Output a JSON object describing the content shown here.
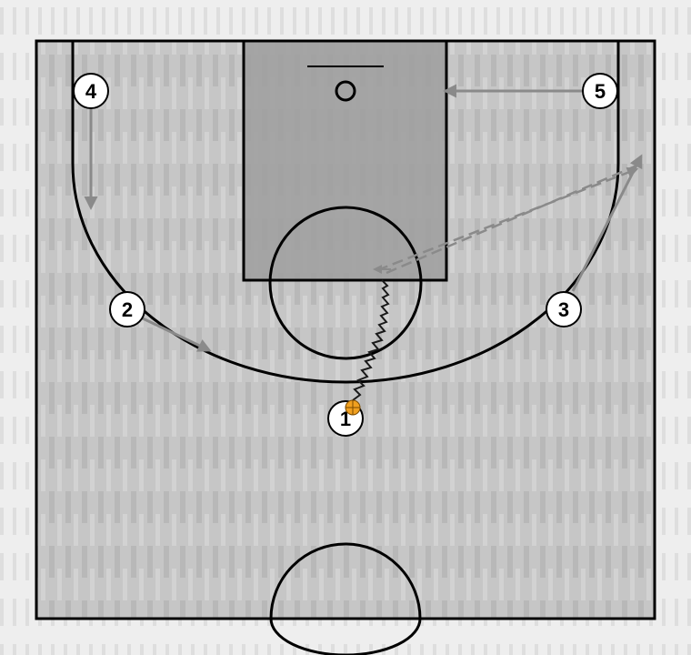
{
  "play": {
    "players": [
      {
        "id": "1",
        "label": "1",
        "has_ball": true
      },
      {
        "id": "2",
        "label": "2",
        "has_ball": false
      },
      {
        "id": "3",
        "label": "3",
        "has_ball": false
      },
      {
        "id": "4",
        "label": "4",
        "has_ball": false
      },
      {
        "id": "5",
        "label": "5",
        "has_ball": false
      }
    ],
    "actions": [
      {
        "type": "dribble",
        "player": "1"
      },
      {
        "type": "pass",
        "from": "1",
        "to": "3"
      },
      {
        "type": "cut",
        "player": "2"
      },
      {
        "type": "cut",
        "player": "3"
      },
      {
        "type": "cut",
        "player": "4"
      },
      {
        "type": "cut",
        "player": "5"
      }
    ]
  },
  "colors": {
    "court_line": "#000000",
    "court_floor": "#c4c4c4",
    "paint": "#9c9c9c",
    "move_arrow": "#8a8a8a",
    "dribble_line": "#1a1a1a",
    "player_fill": "#ffffff",
    "ball": "#f0a020"
  }
}
